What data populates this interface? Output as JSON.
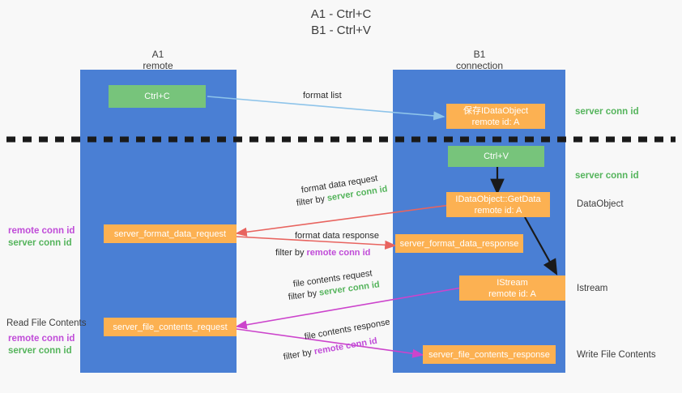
{
  "title": {
    "line1": "A1 - Ctrl+C",
    "line2": "B1 - Ctrl+V"
  },
  "colors": {
    "lane": "#4a7fd4",
    "green_box": "#77c47b",
    "orange_box": "#fcb152",
    "server_conn_id": "#55b45c",
    "remote_conn_id": "#c04bd8",
    "arrow_blue": "#8ec4ea",
    "arrow_red": "#e8645f",
    "arrow_magenta": "#cc44cc",
    "arrow_black": "#1a1a1a",
    "background": "#f8f8f8"
  },
  "columns": [
    {
      "name": "A1",
      "sub": "remote"
    },
    {
      "name": "B1",
      "sub": "connection"
    }
  ],
  "boxes": [
    {
      "id": "ctrl-c",
      "label": "Ctrl+C",
      "sub": "",
      "kind": "green"
    },
    {
      "id": "save-idataobject",
      "label": "保存IDataObject",
      "sub": "remote id: A",
      "kind": "orange"
    },
    {
      "id": "ctrl-v",
      "label": "Ctrl+V",
      "sub": "",
      "kind": "green"
    },
    {
      "id": "idataobject-getdata",
      "label": "IDataObject::GetData",
      "sub": "remote id: A",
      "kind": "orange"
    },
    {
      "id": "server-format-data-request",
      "label": "server_format_data_request",
      "sub": "",
      "kind": "orange"
    },
    {
      "id": "server-format-data-response",
      "label": "server_format_data_response",
      "sub": "",
      "kind": "orange"
    },
    {
      "id": "istream",
      "label": "IStream",
      "sub": "remote id: A",
      "kind": "orange"
    },
    {
      "id": "server-file-contents-request",
      "label": "server_file_contents_request",
      "sub": "",
      "kind": "orange"
    },
    {
      "id": "server-file-contents-response",
      "label": "server_file_contents_response",
      "sub": "",
      "kind": "orange"
    }
  ],
  "edge_labels": {
    "format_list": "format list",
    "format_data_request": "format data request",
    "format_data_response": "format data response",
    "file_contents_request": "file contents request",
    "file_contents_response": "file contents response",
    "filter_by": "filter by ",
    "server_conn_id": "server conn id",
    "remote_conn_id": "remote conn id"
  },
  "right_labels": [
    {
      "id": "server-conn-id-top",
      "text": "server conn id",
      "kind": "green"
    },
    {
      "id": "server-conn-id-mid",
      "text": "server conn id",
      "kind": "green"
    },
    {
      "id": "dataobject",
      "text": "DataObject",
      "kind": "plain"
    },
    {
      "id": "istream-label",
      "text": "Istream",
      "kind": "plain"
    },
    {
      "id": "write-file-contents",
      "text": "Write File Contents",
      "kind": "plain"
    }
  ],
  "left_labels": {
    "read_file_contents": "Read File Contents",
    "remote_conn_id": "remote conn id",
    "server_conn_id": "server conn id"
  }
}
